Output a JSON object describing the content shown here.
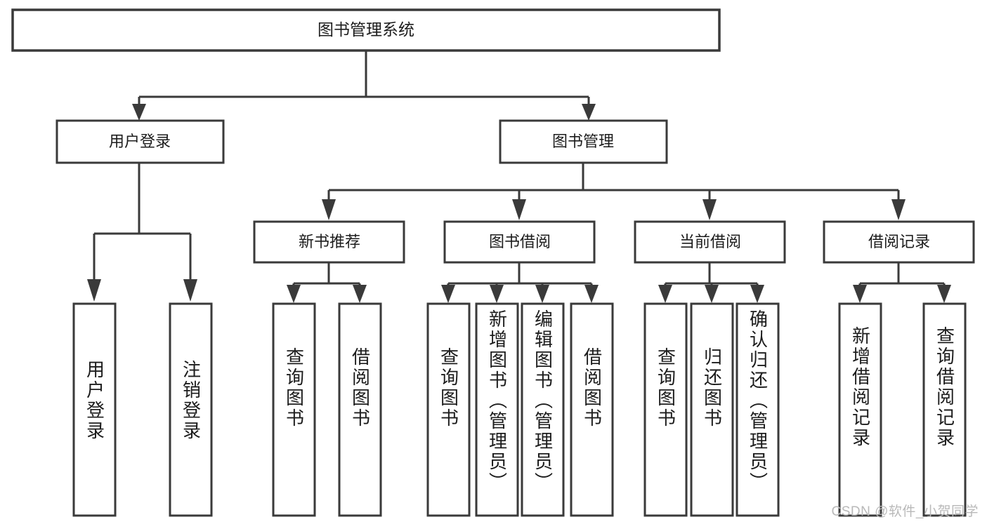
{
  "diagram": {
    "title": "图书管理系统",
    "type": "tree-hierarchy-chart",
    "watermark": "CSDN @软件_小贺同学",
    "levels": {
      "root": {
        "label": "图书管理系统"
      },
      "level1": [
        {
          "label": "用户登录"
        },
        {
          "label": "图书管理"
        }
      ],
      "level2": [
        {
          "label": "新书推荐"
        },
        {
          "label": "图书借阅"
        },
        {
          "label": "当前借阅"
        },
        {
          "label": "借阅记录"
        }
      ],
      "leaves_user_login": [
        {
          "label": "用户登录"
        },
        {
          "label": "注销登录"
        }
      ],
      "leaves_new_book": [
        {
          "label": "查询图书"
        },
        {
          "label": "借阅图书"
        }
      ],
      "leaves_borrow": [
        {
          "label": "查询图书"
        },
        {
          "label": "新增图书（管理员）"
        },
        {
          "label": "编辑图书（管理员）"
        },
        {
          "label": "借阅图书"
        }
      ],
      "leaves_current": [
        {
          "label": "查询图书"
        },
        {
          "label": "归还图书"
        },
        {
          "label": "确认归还（管理员）"
        }
      ],
      "leaves_records": [
        {
          "label": "新增借阅记录"
        },
        {
          "label": "查询借阅记录"
        }
      ]
    },
    "colors": {
      "stroke": "#3a3a3a",
      "fill": "#ffffff",
      "text": "#1c1c1c",
      "watermark": "#b9b9b9"
    }
  }
}
